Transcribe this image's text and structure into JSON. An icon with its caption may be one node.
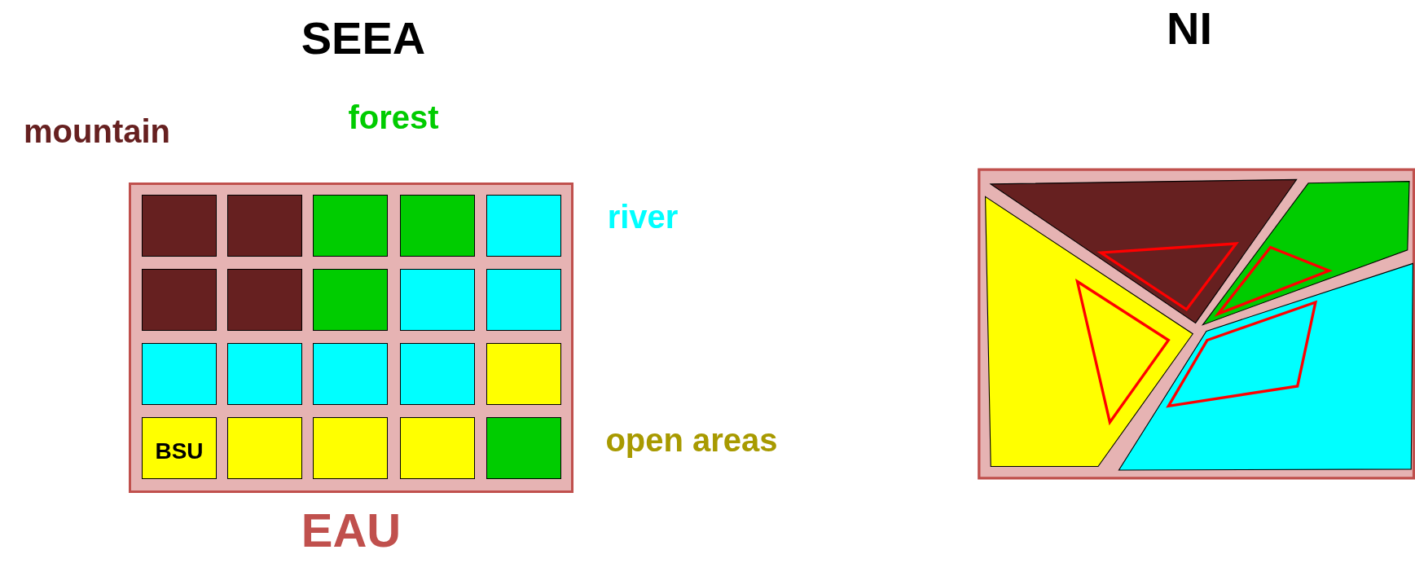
{
  "diagram": {
    "nodes": [
      {
        "text": [
          "EAU"
        ]
      },
      {
        "text": [],
        "shape": "box",
        "in": 0
      },
      {
        "text": [],
        "shape": "box",
        "in": 0
      },
      {
        "text": [],
        "shape": "box",
        "in": 0
      },
      {
        "text": [],
        "shape": "box",
        "in": 0
      },
      {
        "text": [],
        "shape": "box",
        "in": 0
      },
      {
        "text": [],
        "shape": "box",
        "in": 0
      },
      {
        "text": [],
        "shape": "box",
        "in": 0
      },
      {
        "text": [],
        "shape": "box",
        "in": 0
      },
      {
        "text": [],
        "shape": "box",
        "in": 0
      },
      {
        "text": [],
        "shape": "box",
        "in": 0
      },
      {
        "text": [],
        "shape": "box",
        "in": 0
      },
      {
        "text": [],
        "shape": "box",
        "in": 0
      },
      {
        "text": [],
        "shape": "box",
        "in": 0
      },
      {
        "text": [],
        "shape": "box",
        "in": 0
      },
      {
        "text": [],
        "shape": "box",
        "in": 0
      },
      {
        "text": [
          "BSU"
        ],
        "in": 0
      },
      {
        "text": [],
        "shape": "box",
        "in": 0
      },
      {
        "text": [],
        "shape": "box",
        "in": 0
      },
      {
        "text": [],
        "shape": "box",
        "in": 0
      },
      {
        "text": [],
        "shape": "box",
        "in": 0
      }
    ],
    "labels": [
      "SEEA",
      "NI",
      "mountain",
      "forest",
      "river",
      "open areas"
    ]
  }
}
